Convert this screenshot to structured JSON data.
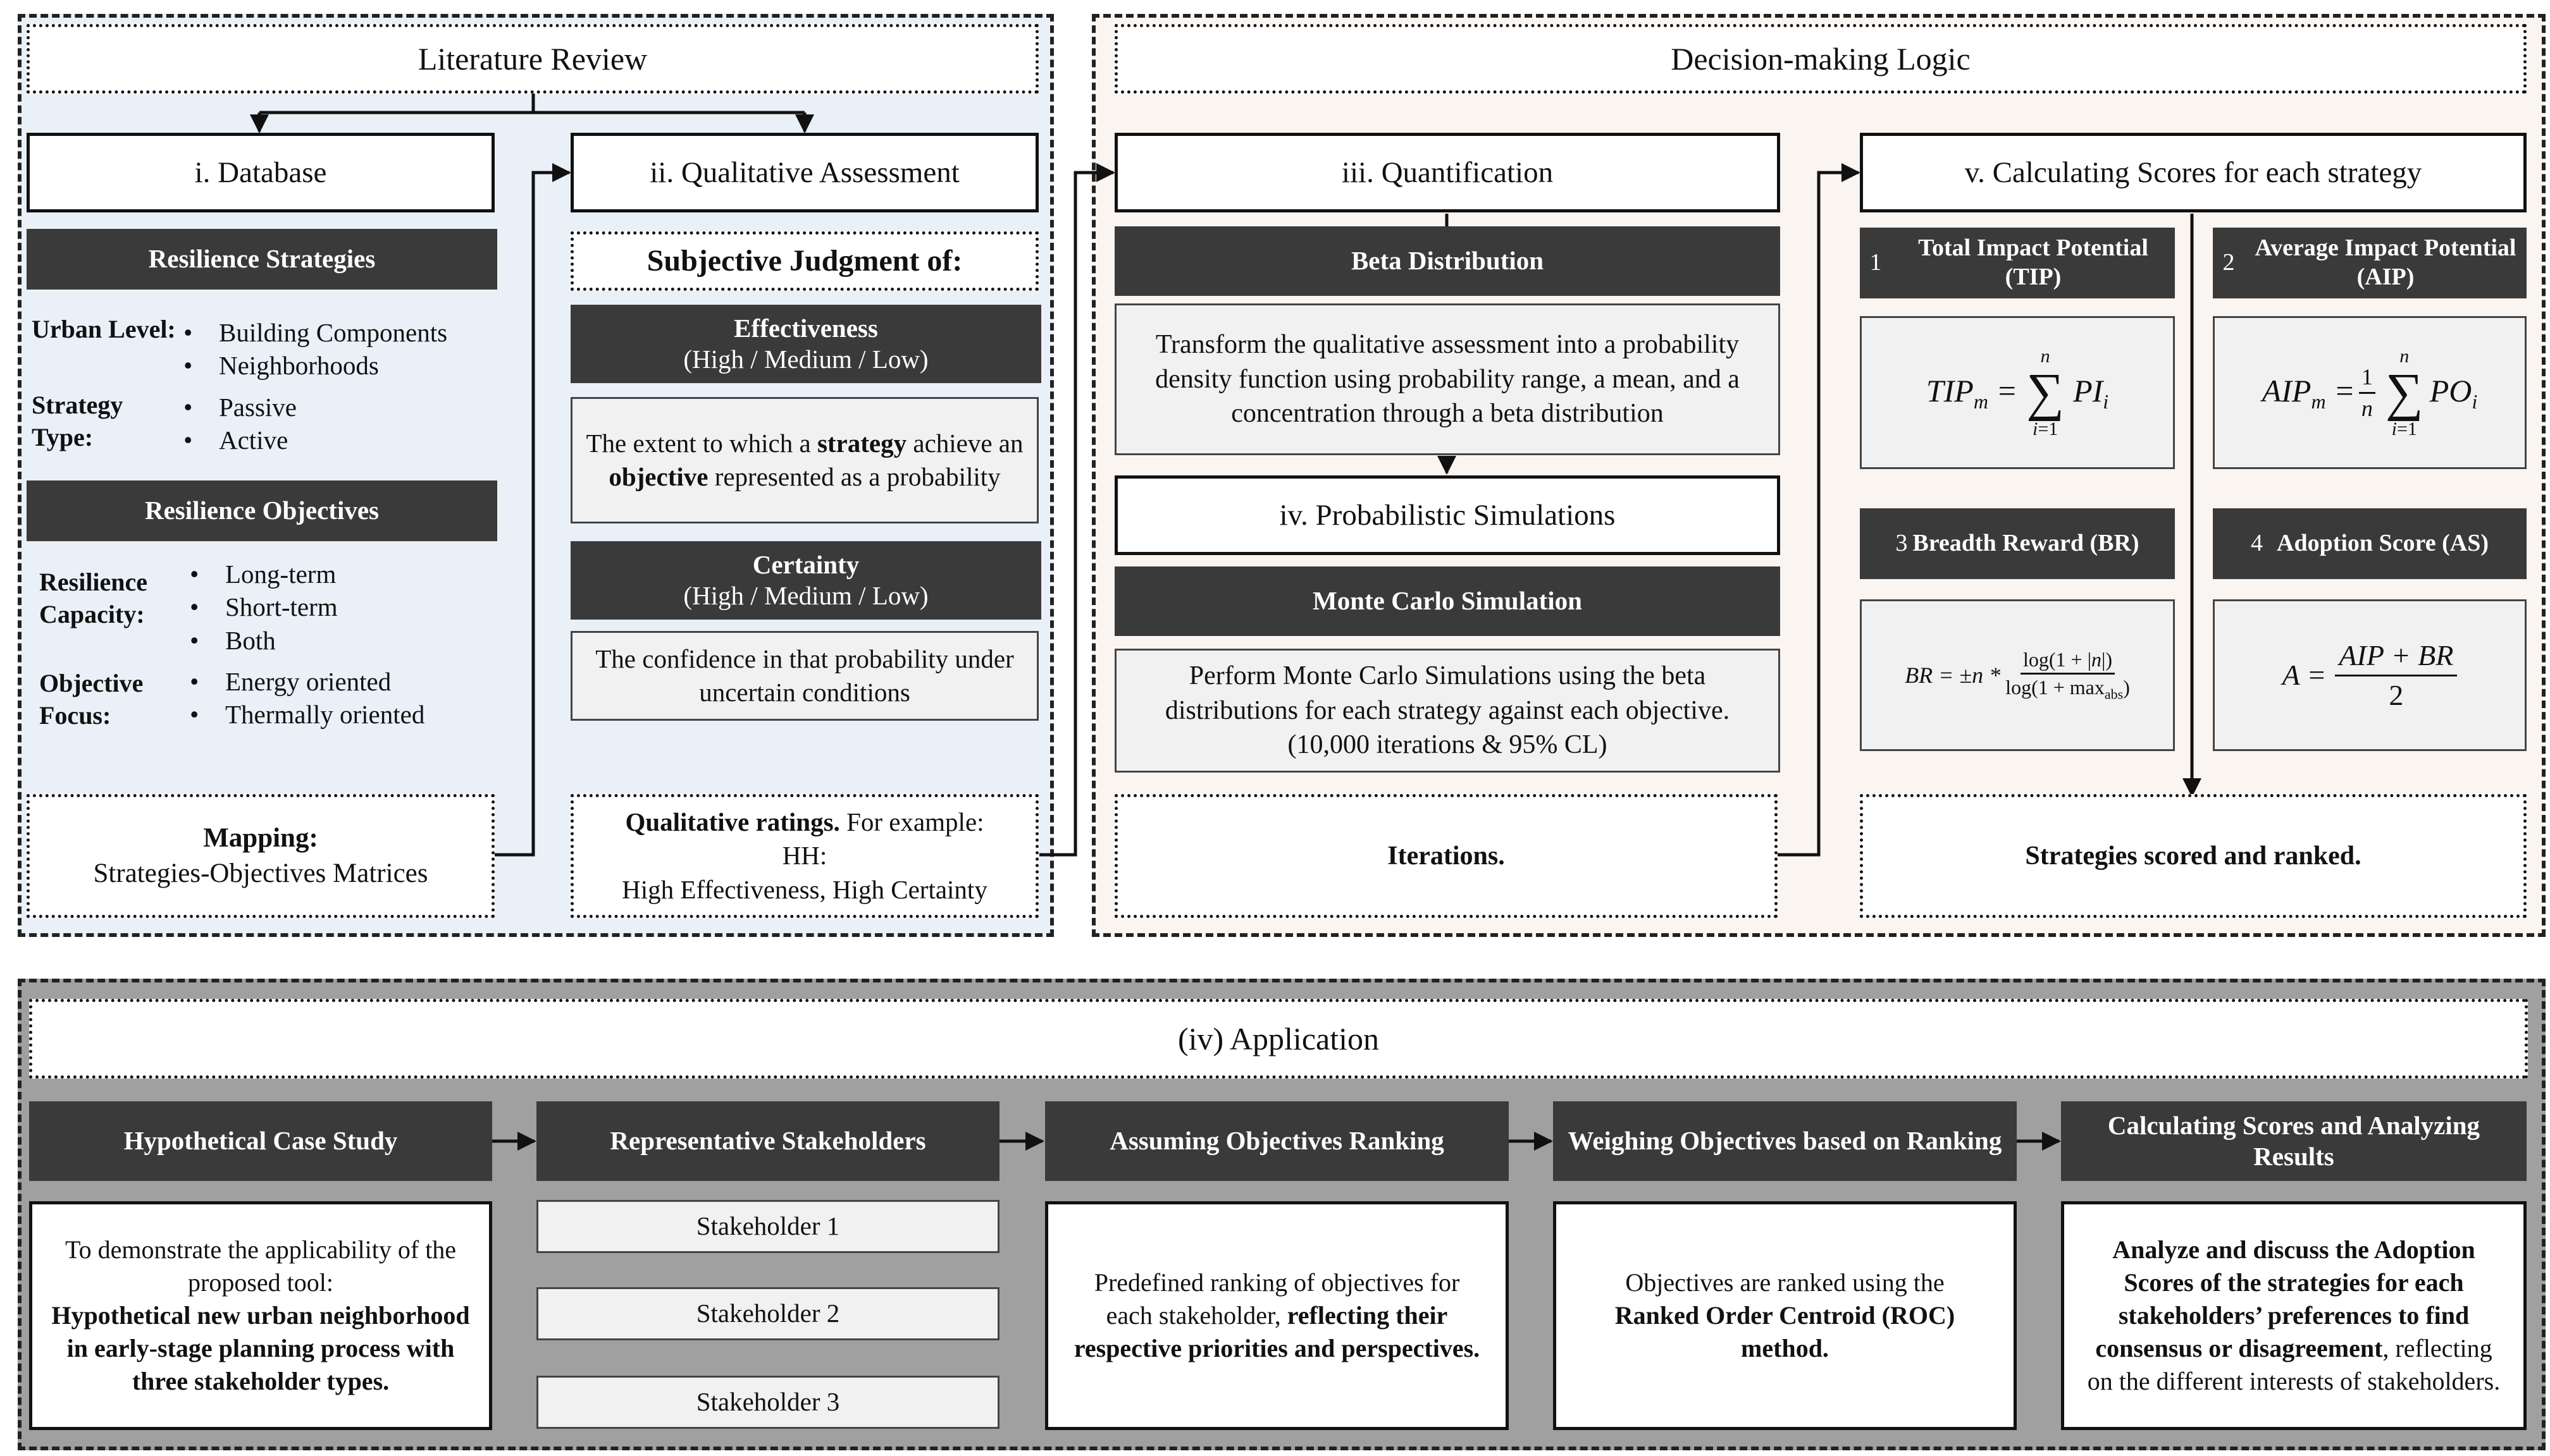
{
  "literature_review": {
    "title": "Literature Review",
    "database": "i. Database",
    "resilience_strategies": "Resilience Strategies",
    "urban_level_label": "Urban Level:",
    "urban_level_items": [
      "Building Components",
      "Neighborhoods"
    ],
    "strategy_type_label": "Strategy Type:",
    "strategy_type_items": [
      "Passive",
      "Active"
    ],
    "resilience_objectives": "Resilience Objectives",
    "capacity_label": "Resilience Capacity:",
    "capacity_items": [
      "Long-term",
      "Short-term",
      "Both"
    ],
    "focus_label": "Objective Focus:",
    "focus_items": [
      "Energy oriented",
      "Thermally oriented"
    ],
    "mapping_bold": "Mapping:",
    "mapping_text": "Strategies-Objectives Matrices",
    "qualitative_assessment": "ii. Qualitative Assessment",
    "subjective_judgment": "Subjective Judgment of:",
    "effectiveness": "Effectiveness",
    "effectiveness_levels": "(High / Medium / Low)",
    "effectiveness_desc": {
      "p1": "The extent to which a ",
      "b1": "strategy",
      "p2": " achieve an ",
      "b2": "objective",
      "p3": " represented as a probability"
    },
    "certainty": "Certainty",
    "certainty_levels": "(High / Medium / Low)",
    "certainty_desc": "The confidence in that probability under uncertain conditions",
    "ratings_bold": "Qualitative ratings.",
    "ratings_rest": " For example:",
    "ratings_code": "HH:",
    "ratings_meaning": "High Effectiveness, High Certainty"
  },
  "decision_logic": {
    "title": "Decision-making Logic",
    "quantification": "iii. Quantification",
    "beta_distribution": "Beta Distribution",
    "beta_desc": "Transform the qualitative assessment into a probability density function using probability range, a mean, and a concentration through a beta distribution",
    "probabilistic_simulations": "iv. Probabilistic Simulations",
    "monte_carlo": "Monte Carlo Simulation",
    "monte_carlo_desc": "Perform Monte Carlo Simulations using the beta distributions for each strategy against each objective. (10,000 iterations & 95% CL)",
    "iterations": "Iterations.",
    "calculating_scores": "v. Calculating Scores for each strategy",
    "tip_number": "1",
    "tip_label": "Total Impact Potential (TIP)",
    "aip_number": "2",
    "aip_label": "Average Impact Potential (AIP)",
    "br_number": "3",
    "br_label": "Breadth Reward (BR)",
    "as_number": "4",
    "as_label": "Adoption Score (AS)",
    "scored_ranked": "Strategies scored and ranked."
  },
  "application": {
    "title": "(iv) Application",
    "steps": [
      "Hypothetical Case Study",
      "Representative Stakeholders",
      "Assuming Objectives Ranking",
      "Weighing Objectives based on Ranking",
      "Calculating Scores and Analyzing Results"
    ],
    "case_intro": "To demonstrate the applicability of the proposed tool:",
    "case_bold": "Hypothetical new urban neighborhood in early-stage planning process with three stakeholder types.",
    "stakeholders": [
      "Stakeholder 1",
      "Stakeholder 2",
      "Stakeholder 3"
    ],
    "ranking_plain": "Predefined ranking of objectives for each stakeholder, ",
    "ranking_bold": "reflecting their respective priorities and perspectives.",
    "weighing_plain": "Objectives are ranked using the ",
    "weighing_bold": "Ranked Order Centroid (ROC) method.",
    "results_bold": "Analyze and discuss the Adoption Scores of the strategies for each stakeholders’ preferences to find consensus or disagreement",
    "results_plain": ", reflecting on the different interests of stakeholders."
  }
}
